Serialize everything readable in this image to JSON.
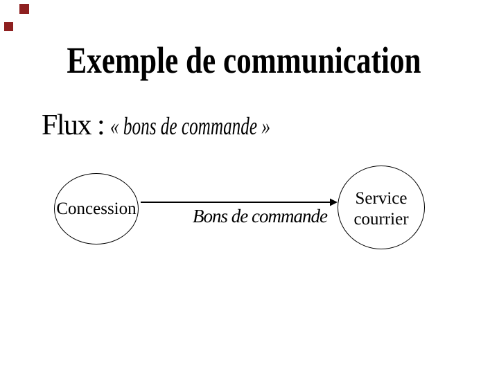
{
  "slide": {
    "title": "Exemple de communication",
    "flux": {
      "label": "Flux : ",
      "value": "« bons de commande »"
    },
    "diagram": {
      "source_node": {
        "label": "Concession"
      },
      "target_node": {
        "label": "Service courrier",
        "lines": [
          "Service",
          "courrier"
        ]
      },
      "arrow": {
        "label": "Bons de commande",
        "direction": "left-to-right"
      }
    },
    "colors": {
      "background": "#ffffff",
      "text": "#000000",
      "stroke": "#000000",
      "decor_square": "#8e2020"
    }
  }
}
